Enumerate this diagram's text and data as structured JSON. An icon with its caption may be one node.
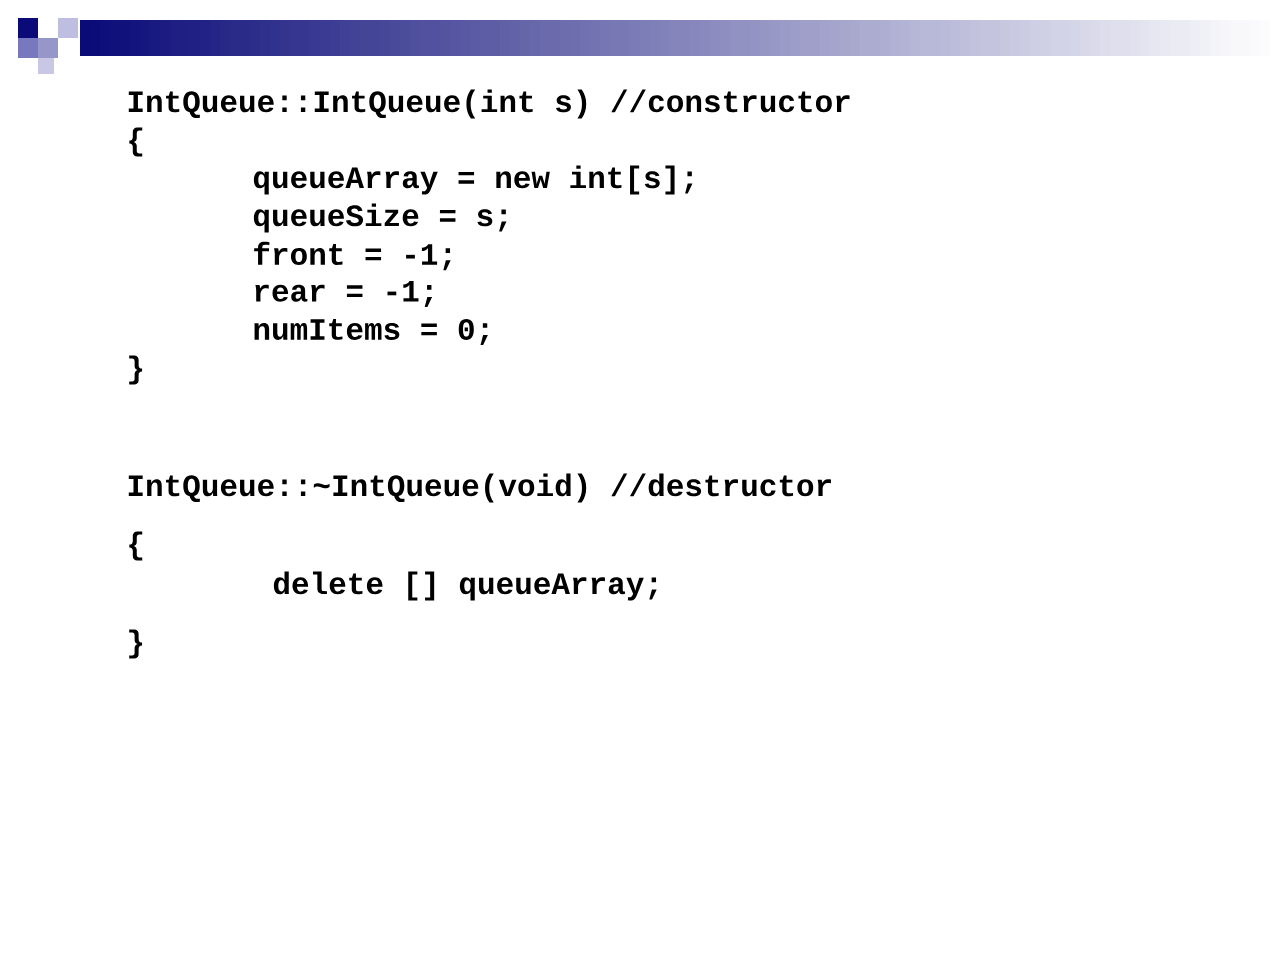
{
  "diagram": {
    "labels": [
      "IntQueue::IntQueue(int s) //constructor",
      "{",
      "queueArray = new int[s];",
      "queueSize = s;",
      "front = -1;",
      "rear = -1;",
      "numItems = 0;",
      "}",
      "IntQueue::~IntQueue(void) //destructor",
      "{",
      "delete [] queueArray;",
      "}"
    ]
  }
}
